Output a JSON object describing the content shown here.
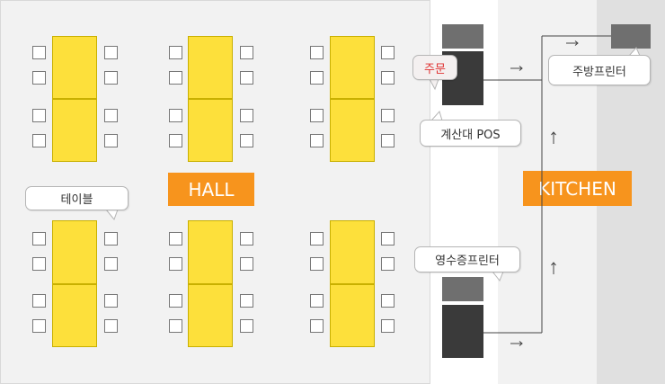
{
  "areas": {
    "hall": "HALL",
    "kitchen": "KITCHEN"
  },
  "callouts": {
    "table": "테이블",
    "order": "주문",
    "pos": "계산대 POS",
    "receipt_printer": "영수증프린터",
    "kitchen_printer": "주방프린터"
  },
  "colors": {
    "table": "#fde03b",
    "area_label": "#f7941d",
    "order_text": "#e03030",
    "device_dark": "#3a3a3a",
    "device_gray": "#6f6f6f"
  },
  "icons": [
    "arrow-right-icon",
    "arrow-up-icon"
  ]
}
